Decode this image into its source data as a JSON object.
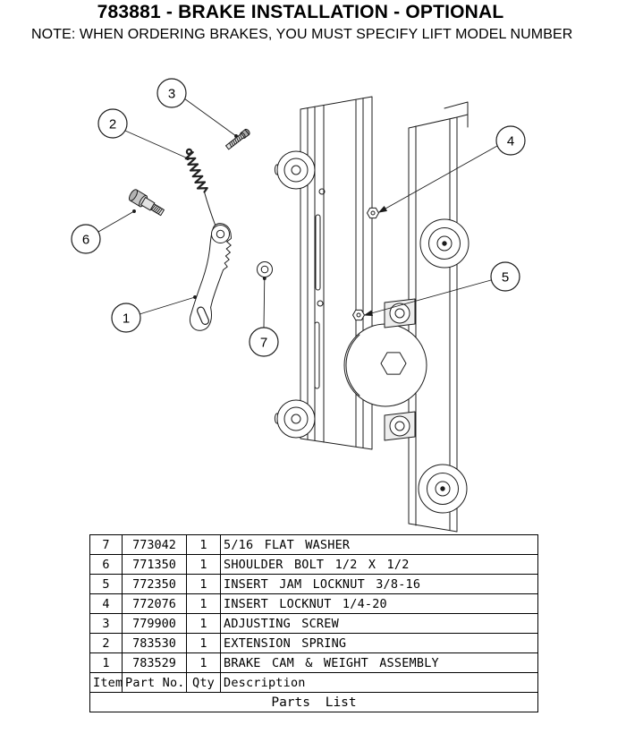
{
  "header": {
    "title": "783881 - BRAKE INSTALLATION - OPTIONAL",
    "note": "NOTE: WHEN ORDERING BRAKES, YOU MUST SPECIFY LIFT MODEL NUMBER"
  },
  "diagram": {
    "balloons": [
      {
        "number": "1"
      },
      {
        "number": "2"
      },
      {
        "number": "3"
      },
      {
        "number": "4"
      },
      {
        "number": "5"
      },
      {
        "number": "6"
      },
      {
        "number": "7"
      }
    ]
  },
  "parts_table": {
    "title": "Parts List",
    "columns": [
      "Item",
      "Part No.",
      "Qty",
      "Description"
    ],
    "rows": [
      {
        "item": "7",
        "part_no": "773042",
        "qty": "1",
        "description": "5/16 FLAT WASHER"
      },
      {
        "item": "6",
        "part_no": "771350",
        "qty": "1",
        "description": "SHOULDER BOLT 1/2 X 1/2"
      },
      {
        "item": "5",
        "part_no": "772350",
        "qty": "1",
        "description": "INSERT JAM LOCKNUT 3/8-16"
      },
      {
        "item": "4",
        "part_no": "772076",
        "qty": "1",
        "description": "INSERT LOCKNUT 1/4-20"
      },
      {
        "item": "3",
        "part_no": "779900",
        "qty": "1",
        "description": "ADJUSTING SCREW"
      },
      {
        "item": "2",
        "part_no": "783530",
        "qty": "1",
        "description": "EXTENSION SPRING"
      },
      {
        "item": "1",
        "part_no": "783529",
        "qty": "1",
        "description": "BRAKE CAM & WEIGHT ASSEMBLY"
      }
    ]
  }
}
